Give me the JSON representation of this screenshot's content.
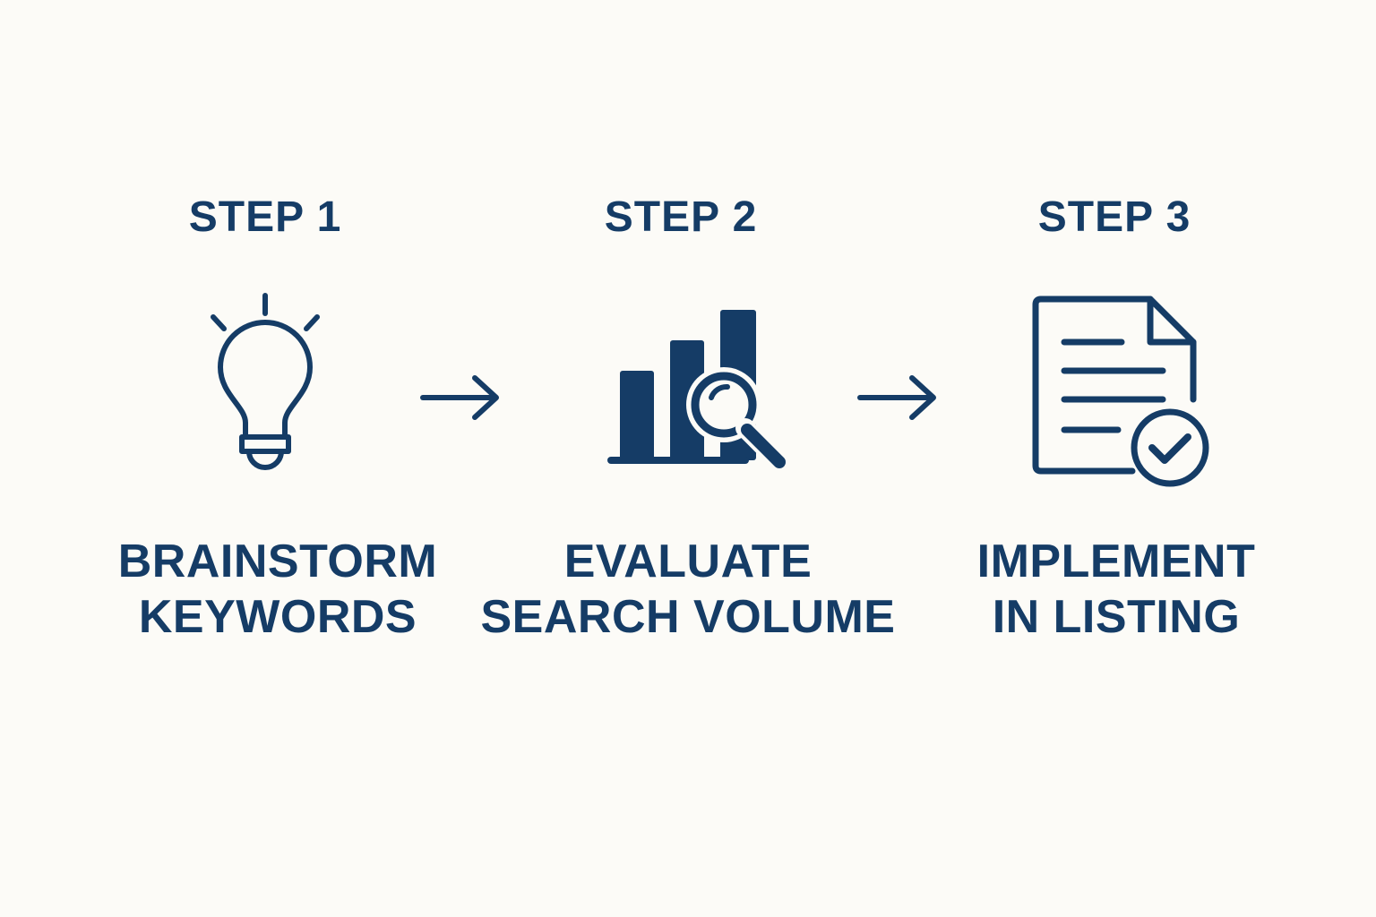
{
  "colors": {
    "background": "#FCFBF7",
    "accent": "#153C66"
  },
  "steps": [
    {
      "title": "STEP 1",
      "icon": "lightbulb-icon",
      "label_line1": "BRAINSTORM",
      "label_line2": "KEYWORDS"
    },
    {
      "title": "STEP 2",
      "icon": "bar-chart-magnifier-icon",
      "label_line1": "EVALUATE",
      "label_line2": "SEARCH VOLUME"
    },
    {
      "title": "STEP 3",
      "icon": "document-checkmark-icon",
      "label_line1": "IMPLEMENT",
      "label_line2": "IN LISTING"
    }
  ],
  "connectors": [
    {
      "icon": "arrow-right-icon"
    },
    {
      "icon": "arrow-right-icon"
    }
  ]
}
